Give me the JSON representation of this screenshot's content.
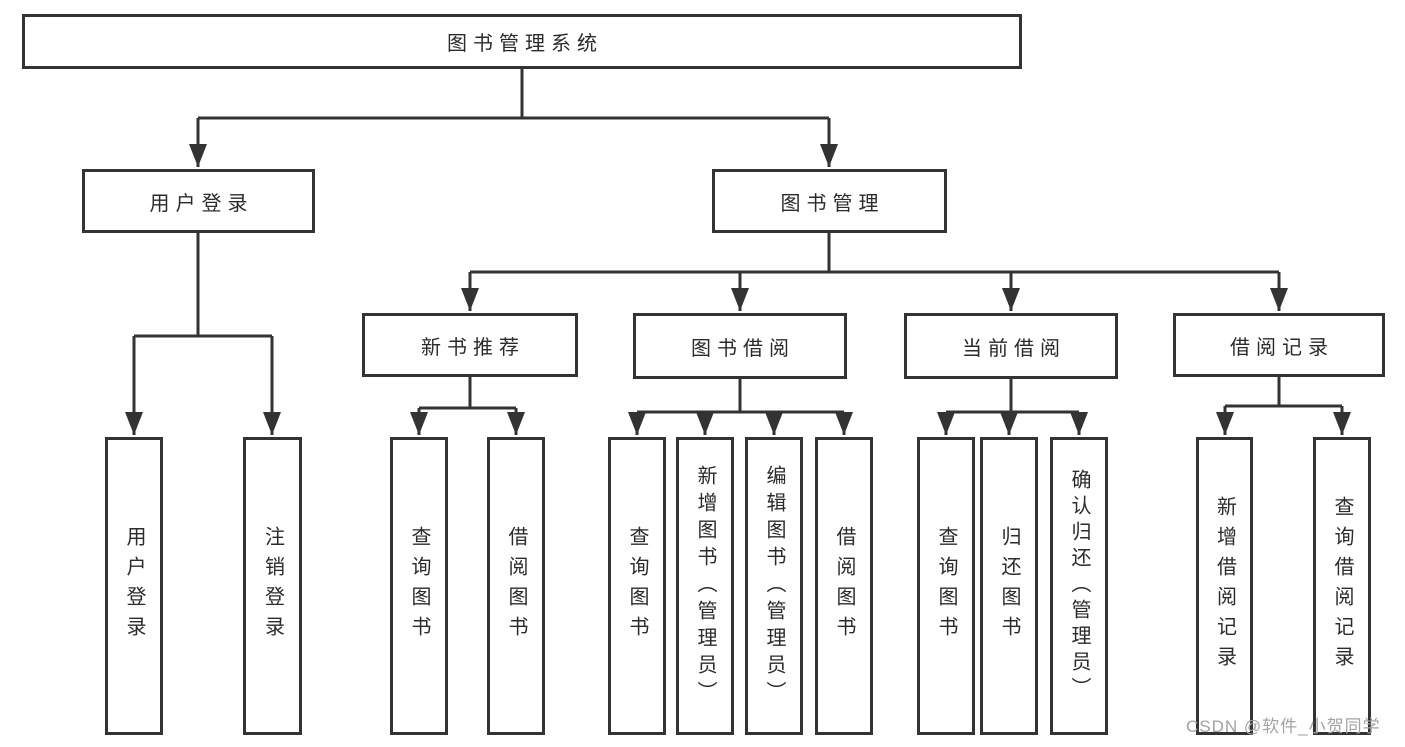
{
  "diagram": {
    "type": "hierarchy-tree",
    "title": "图书管理系统",
    "nodes": {
      "root": "图书管理系统",
      "login": "用户登录",
      "mgmt": "图书管理",
      "rec": "新书推荐",
      "borrow": "图书借阅",
      "current": "当前借阅",
      "records": "借阅记录",
      "login_user": "用户登录",
      "login_logout": "注销登录",
      "rec_query": "查询图书",
      "rec_borrow": "借阅图书",
      "borrow_query": "查询图书",
      "borrow_add": "新增图书（管理员）",
      "borrow_edit": "编辑图书（管理员）",
      "borrow_do": "借阅图书",
      "current_query": "查询图书",
      "current_return": "归还图书",
      "current_confirm": "确认归还（管理员）",
      "records_add": "新增借阅记录",
      "records_query": "查询借阅记录"
    },
    "hierarchy": [
      {
        "parent": "图书管理系统",
        "children": [
          "用户登录",
          "图书管理"
        ]
      },
      {
        "parent": "用户登录",
        "children": [
          "用户登录",
          "注销登录"
        ]
      },
      {
        "parent": "图书管理",
        "children": [
          "新书推荐",
          "图书借阅",
          "当前借阅",
          "借阅记录"
        ]
      },
      {
        "parent": "新书推荐",
        "children": [
          "查询图书",
          "借阅图书"
        ]
      },
      {
        "parent": "图书借阅",
        "children": [
          "查询图书",
          "新增图书（管理员）",
          "编辑图书（管理员）",
          "借阅图书"
        ]
      },
      {
        "parent": "当前借阅",
        "children": [
          "查询图书",
          "归还图书",
          "确认归还（管理员）"
        ]
      },
      {
        "parent": "借阅记录",
        "children": [
          "新增借阅记录",
          "查询借阅记录"
        ]
      }
    ],
    "colors": {
      "line": "#333333",
      "box_border": "#333333",
      "box_fill": "#ffffff",
      "text": "#2b2b2b",
      "watermark": "#a3a3a3",
      "background": "#ffffff"
    }
  },
  "watermark": "CSDN @软件_小贺同学"
}
